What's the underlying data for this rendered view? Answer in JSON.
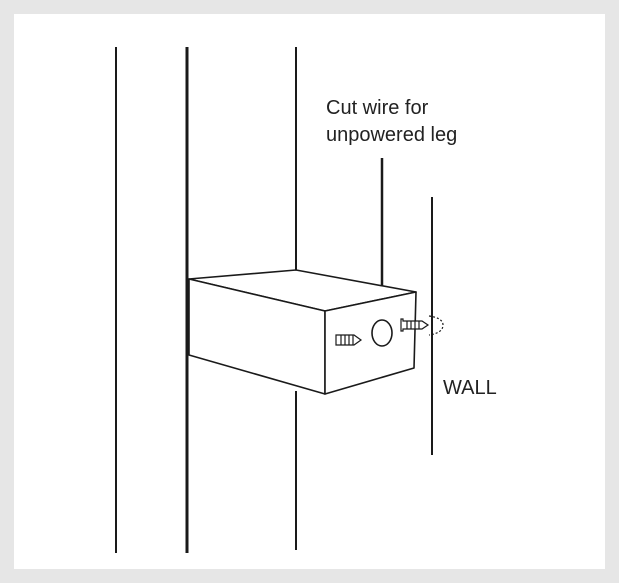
{
  "callout": {
    "line1": "Cut wire for",
    "line2": "unpowered leg"
  },
  "wall_label": "WALL",
  "colors": {
    "frame": "#e6e6e6",
    "line": "#1a1a1a",
    "text": "#222222",
    "background": "#ffffff"
  }
}
